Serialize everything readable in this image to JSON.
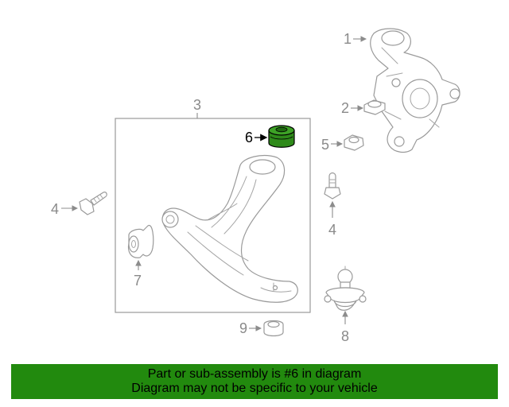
{
  "callouts": {
    "c1": "1",
    "c2": "2",
    "c3": "3",
    "c4_left": "4",
    "c4_right": "4",
    "c5": "5",
    "c6": "6",
    "c7": "7",
    "c8": "8",
    "c9": "9"
  },
  "highlight_color": "#2e8a1a",
  "banner": {
    "line1": "Part or sub-assembly is #6 in diagram",
    "line2": "Diagram may not be specific to your vehicle",
    "color": "#228a0e"
  }
}
